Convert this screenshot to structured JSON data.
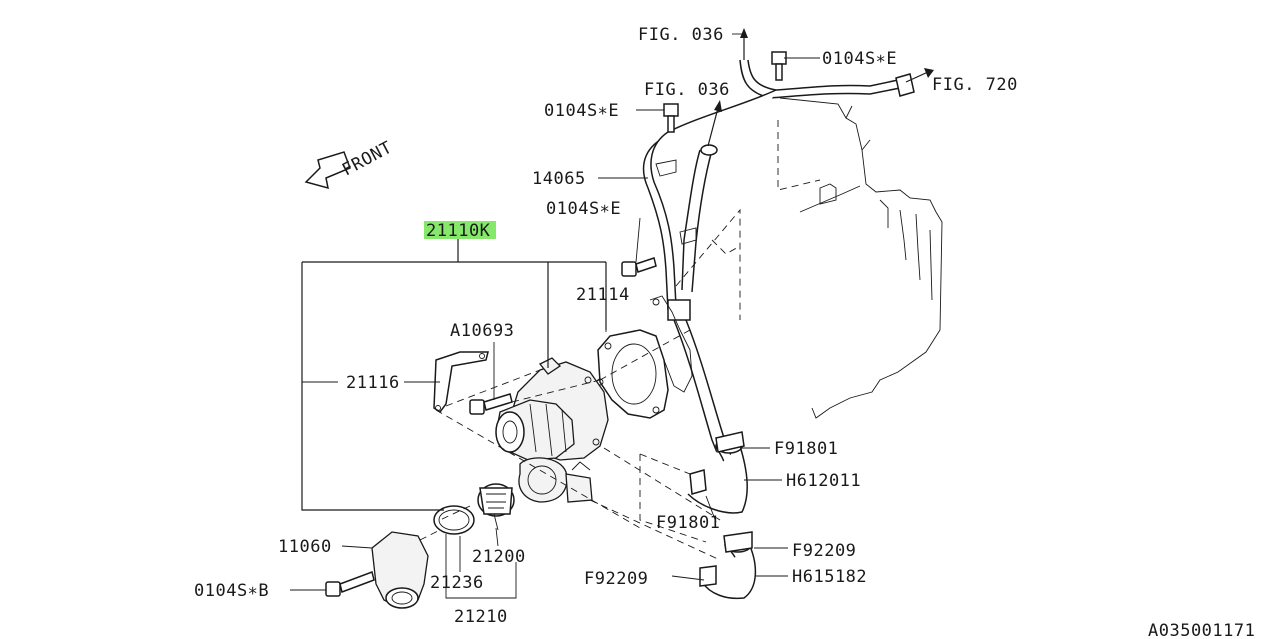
{
  "labels": {
    "fig036_top": "FIG. 036",
    "bolt_e_top": "0104S∗E",
    "fig720": "FIG. 720",
    "fig036_mid": "FIG. 036",
    "bolt_e_mid": "0104S∗E",
    "front": "FRONT",
    "p14065": "14065",
    "bolt_e_low": "0104S∗E",
    "p21110k": "21110K",
    "p21114": "21114",
    "a10693": "A10693",
    "p21116": "21116",
    "f91801_a": "F91801",
    "h612011": "H612011",
    "f91801_b": "F91801",
    "f92209_a": "F92209",
    "f92209_b": "F92209",
    "h615182": "H615182",
    "p11060": "11060",
    "p21200": "21200",
    "bolt_b": "0104S∗B",
    "p21236": "21236",
    "p21210": "21210",
    "diagram_id": "A035001171"
  },
  "highlight_color": "#86e86a"
}
